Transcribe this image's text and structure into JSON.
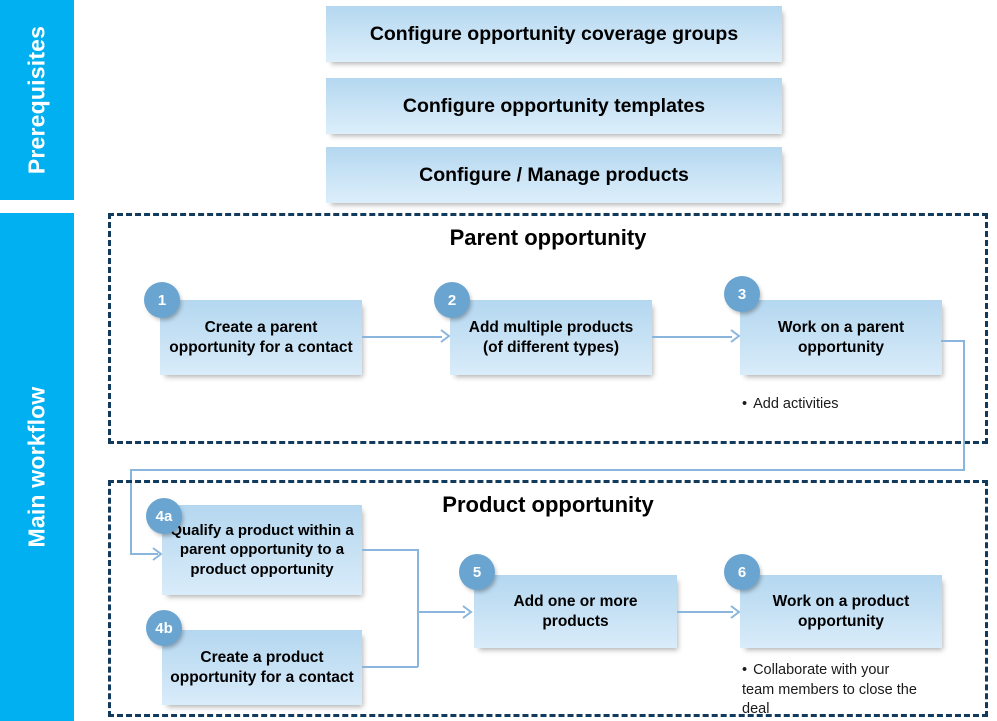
{
  "lanes": [
    {
      "id": "prerequisites",
      "label": "Prerequisites"
    },
    {
      "id": "main-workflow",
      "label": "Main workflow"
    }
  ],
  "prerequisites": {
    "lane_label": "Prerequisites",
    "boxes": [
      {
        "label": "Configure opportunity coverage groups"
      },
      {
        "label": "Configure opportunity templates"
      },
      {
        "label": "Configure / Manage products"
      }
    ]
  },
  "sections": [
    {
      "id": "parent-opportunity",
      "title": "Parent opportunity",
      "steps": [
        {
          "number": "1",
          "label": "Create a parent opportunity for a contact"
        },
        {
          "number": "2",
          "label": "Add multiple products (of different types)"
        },
        {
          "number": "3",
          "label": "Work on a parent opportunity"
        }
      ],
      "notes": [
        {
          "text": "Add activities"
        }
      ]
    },
    {
      "id": "product-opportunity",
      "title": "Product opportunity",
      "steps": [
        {
          "number": "4a",
          "label": "Qualify a product within a parent opportunity to a product opportunity"
        },
        {
          "number": "4b",
          "label": "Create a product opportunity for a contact"
        },
        {
          "number": "5",
          "label": "Add one or more products"
        },
        {
          "number": "6",
          "label": "Work on a product opportunity"
        }
      ],
      "notes": [
        {
          "text": "Collaborate with your team members to close the deal"
        }
      ]
    }
  ],
  "bullet_glyph": "•",
  "colors": {
    "lane_blue": "#00B0F0",
    "box_gradient_top": "#b4d7f0",
    "box_gradient_bottom": "#d9ecfa",
    "badge_blue": "#6aa5d2",
    "dashed_border": "#123a5c",
    "connector": "#8ab6dd",
    "text": "#000000"
  }
}
